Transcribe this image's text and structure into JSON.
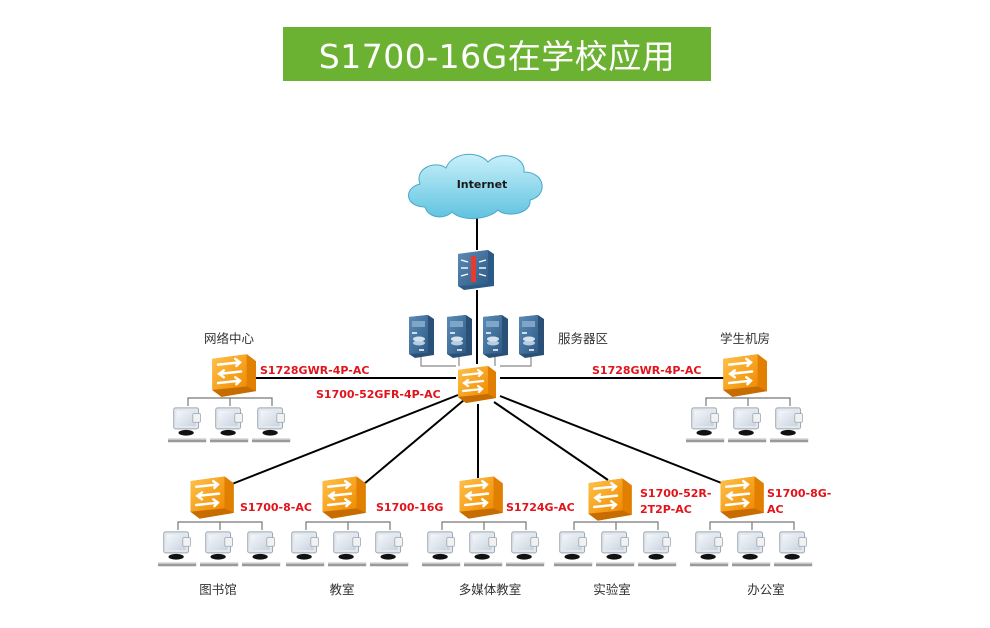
{
  "title": "S1700-16G在学校应用",
  "colors": {
    "title_bg": "#6cb232",
    "title_text": "#ffffff",
    "model_label": "#e1141b",
    "switch_orange": "#f5a623",
    "link_line": "#000000",
    "cloud": "#7fd3ea",
    "server_blue": "#3d6f9c"
  },
  "nodes": {
    "internet": {
      "label": "Internet",
      "icon": "cloud-icon"
    },
    "firewall": {
      "icon": "firewall-icon"
    },
    "server_area": {
      "label": "服务器区",
      "server_count": 4,
      "icon": "server-icon"
    },
    "core_switch": {
      "model": "S1700-52GFR-4P-AC",
      "icon": "switch-icon"
    },
    "network_center": {
      "label": "网络中心",
      "model": "S1728GWR-4P-AC",
      "pc_count": 3
    },
    "student_lab": {
      "label": "学生机房",
      "model": "S1728GWR-4P-AC",
      "pc_count": 3
    },
    "access": [
      {
        "label": "图书馆",
        "model_lines": [
          "S1700-8-AC"
        ],
        "pc_count": 3
      },
      {
        "label": "教室",
        "model_lines": [
          "S1700-16G"
        ],
        "pc_count": 3
      },
      {
        "label": "多媒体教室",
        "model_lines": [
          "S1724G-AC"
        ],
        "pc_count": 3
      },
      {
        "label": "实验室",
        "model_lines": [
          "S1700-52R-",
          "2T2P-AC"
        ],
        "pc_count": 3
      },
      {
        "label": "办公室",
        "model_lines": [
          "S1700-8G-",
          "AC"
        ],
        "pc_count": 3
      }
    ]
  }
}
